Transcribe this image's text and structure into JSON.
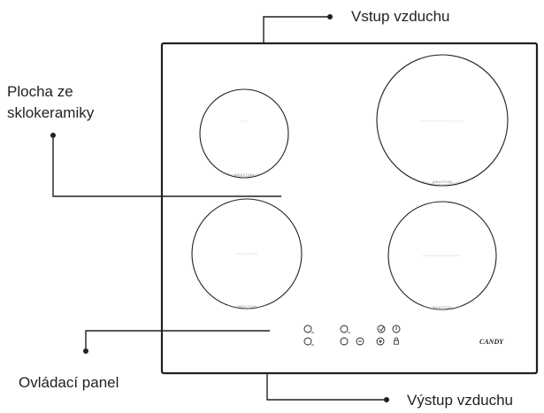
{
  "labels": {
    "air_inlet": "Vstup vzduchu",
    "glass_surface_line1": "Plocha ze",
    "glass_surface_line2": "sklokeramiky",
    "control_panel": "Ovládací panel",
    "air_outlet": "Výstup vzduchu"
  },
  "zone_marking": "INDUCTION",
  "brand": "CANDY",
  "icons": [
    "power-icon",
    "timer-icon",
    "minus-icon",
    "plus-icon",
    "lock-icon"
  ]
}
